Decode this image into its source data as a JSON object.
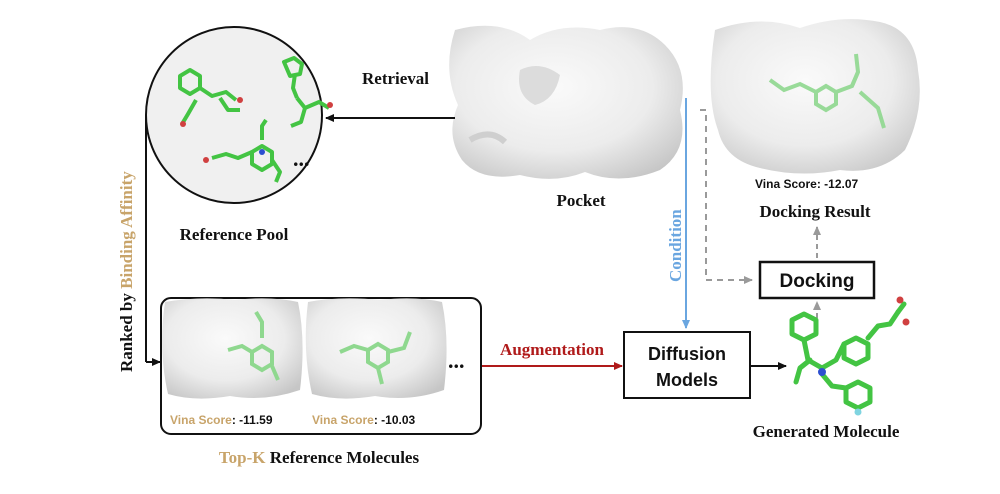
{
  "colors": {
    "arrow_black": "#111111",
    "condition_blue": "#6aa6e0",
    "augmentation_red": "#b01a1a",
    "docking_gray": "#9a9a9a",
    "gold_text": "#c8a46a",
    "molecule_green": "#43c443",
    "surface_light": "#f2f2f2",
    "surface_shadow": "#c9c9c9"
  },
  "labels": {
    "retrieval": "Retrieval",
    "pocket": "Pocket",
    "reference_pool": "Reference Pool",
    "ranked_by": "Ranked by ",
    "binding_affinity": "Binding Affinity",
    "condition": "Condition",
    "augmentation": "Augmentation",
    "diffusion_line1": "Diffusion",
    "diffusion_line2": "Models",
    "docking": "Docking",
    "docking_result": "Docking Result",
    "generated_molecule": "Generated Molecule",
    "topk_prefix": "Top-K",
    "topk_suffix": " Reference Molecules",
    "ellipsis": "...",
    "vina_label": "Vina Score",
    "vina_top_value": ": -12.07",
    "vina_ref1_value": ": -11.59",
    "vina_ref2_value": ": -10.03"
  }
}
